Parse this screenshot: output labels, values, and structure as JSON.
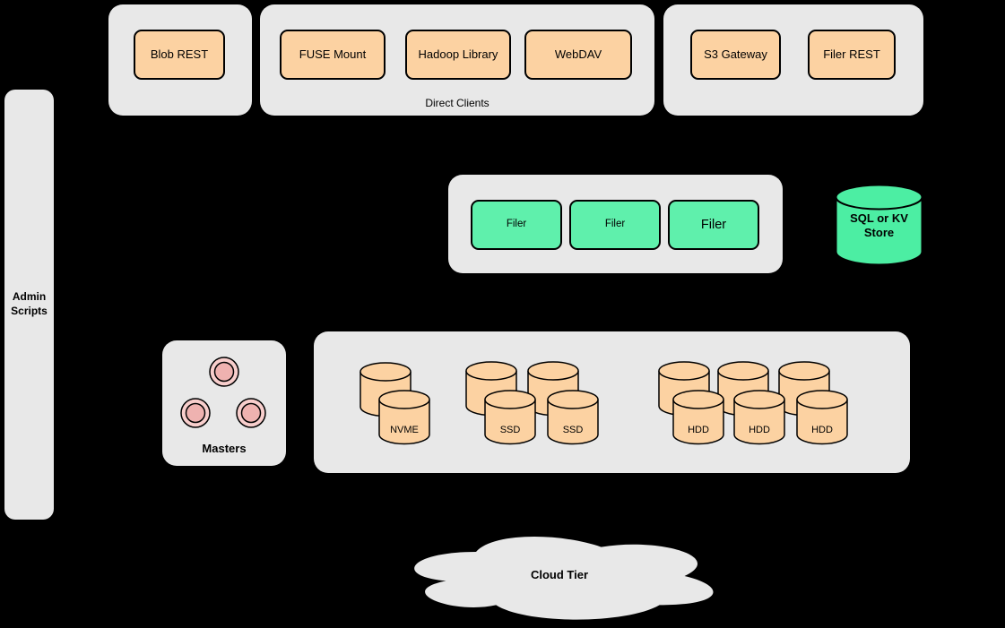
{
  "colors": {
    "background": "#000000",
    "panel_gray": "#e8e8e8",
    "node_orange": "#fcd2a2",
    "node_green": "#5ff0ac",
    "db_green": "#4ceea3",
    "master_pink": "#f8cecc",
    "master_pink_inner": "#efb2b0",
    "stroke": "#000000"
  },
  "groups": {
    "blob": {
      "buttons": [
        "Blob REST"
      ]
    },
    "direct_clients": {
      "label": "Direct Clients",
      "buttons": [
        "FUSE Mount",
        "Hadoop Library",
        "WebDAV"
      ]
    },
    "gateways": {
      "buttons": [
        "S3 Gateway",
        "Filer REST"
      ]
    }
  },
  "admin": {
    "label": "Admin Scripts"
  },
  "filers": {
    "items": [
      "Filer",
      "Filer",
      "Filer"
    ]
  },
  "metadata_store": {
    "label": "SQL or KV Store"
  },
  "masters": {
    "label": "Masters"
  },
  "volumes": {
    "nvme": [
      "NVME"
    ],
    "ssd": [
      "SSD",
      "SSD"
    ],
    "hdd": [
      "HDD",
      "HDD",
      "HDD"
    ]
  },
  "cloud": {
    "label": "Cloud Tier"
  }
}
